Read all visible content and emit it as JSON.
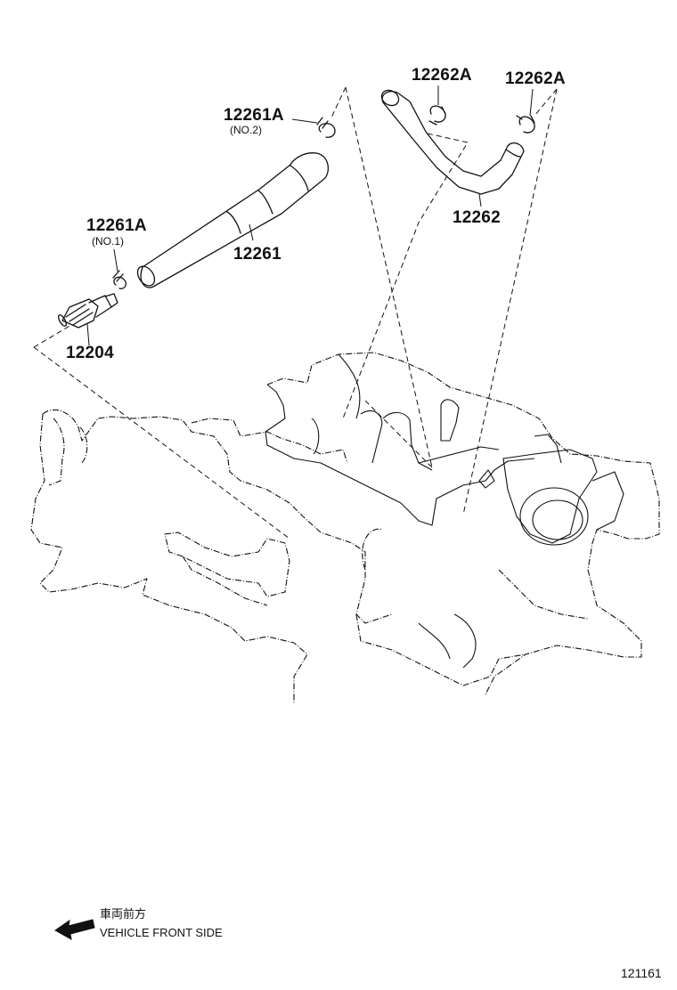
{
  "callouts": {
    "clamp_no2": {
      "part_no": "12261A",
      "sub": "(NO.2)"
    },
    "hose_12261": {
      "part_no": "12261"
    },
    "clamp_no1": {
      "part_no": "12261A",
      "sub": "(NO.1)"
    },
    "valve_12204": {
      "part_no": "12204"
    },
    "clamp_a1": {
      "part_no": "12262A"
    },
    "clamp_a2": {
      "part_no": "12262A"
    },
    "hose_12262": {
      "part_no": "12262"
    }
  },
  "front_note": {
    "jp": "車両前方",
    "en": "VEHICLE FRONT SIDE",
    "icon": "left-arrow-icon"
  },
  "figure_id": "121161"
}
